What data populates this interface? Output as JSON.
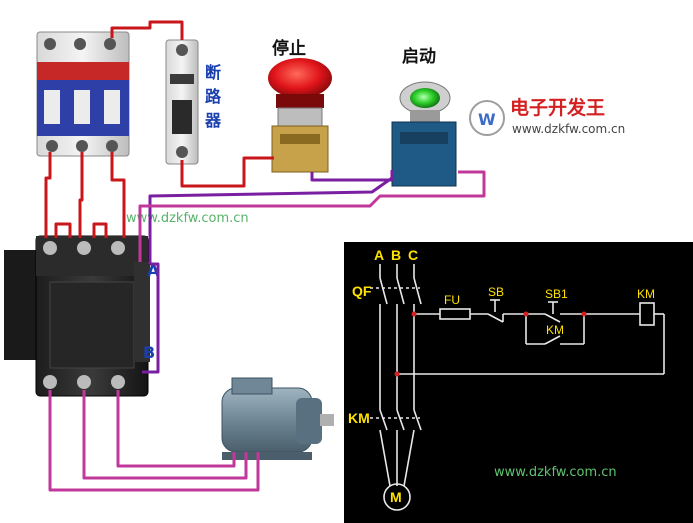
{
  "labels": {
    "breaker": [
      "断",
      "路",
      "器"
    ],
    "stop_button": "停止",
    "start_button": "启动",
    "terminal_a": "A",
    "terminal_b": "B"
  },
  "brand": {
    "name": "电子开发王",
    "url": "www.dzkfw.com.cn"
  },
  "watermark_top": "www.dzkfw.com.cn",
  "watermark_schematic": "www.dzkfw.com.cn",
  "schematic": {
    "phase_a": "A",
    "phase_b": "B",
    "phase_c": "C",
    "qf": "QF",
    "fu": "FU",
    "sb": "SB",
    "sb1": "SB1",
    "km_coil": "KM",
    "km_aux": "KM",
    "km_main": "KM",
    "motor": "M"
  },
  "colors": {
    "wire_red": "#c8161b",
    "wire_purple": "#7b1fa2",
    "wire_magenta": "#c2389a",
    "schematic_bg": "#000000",
    "schematic_line": "#e8e8e8",
    "schematic_text": "#ffe200",
    "schematic_dot": "#d42020"
  }
}
